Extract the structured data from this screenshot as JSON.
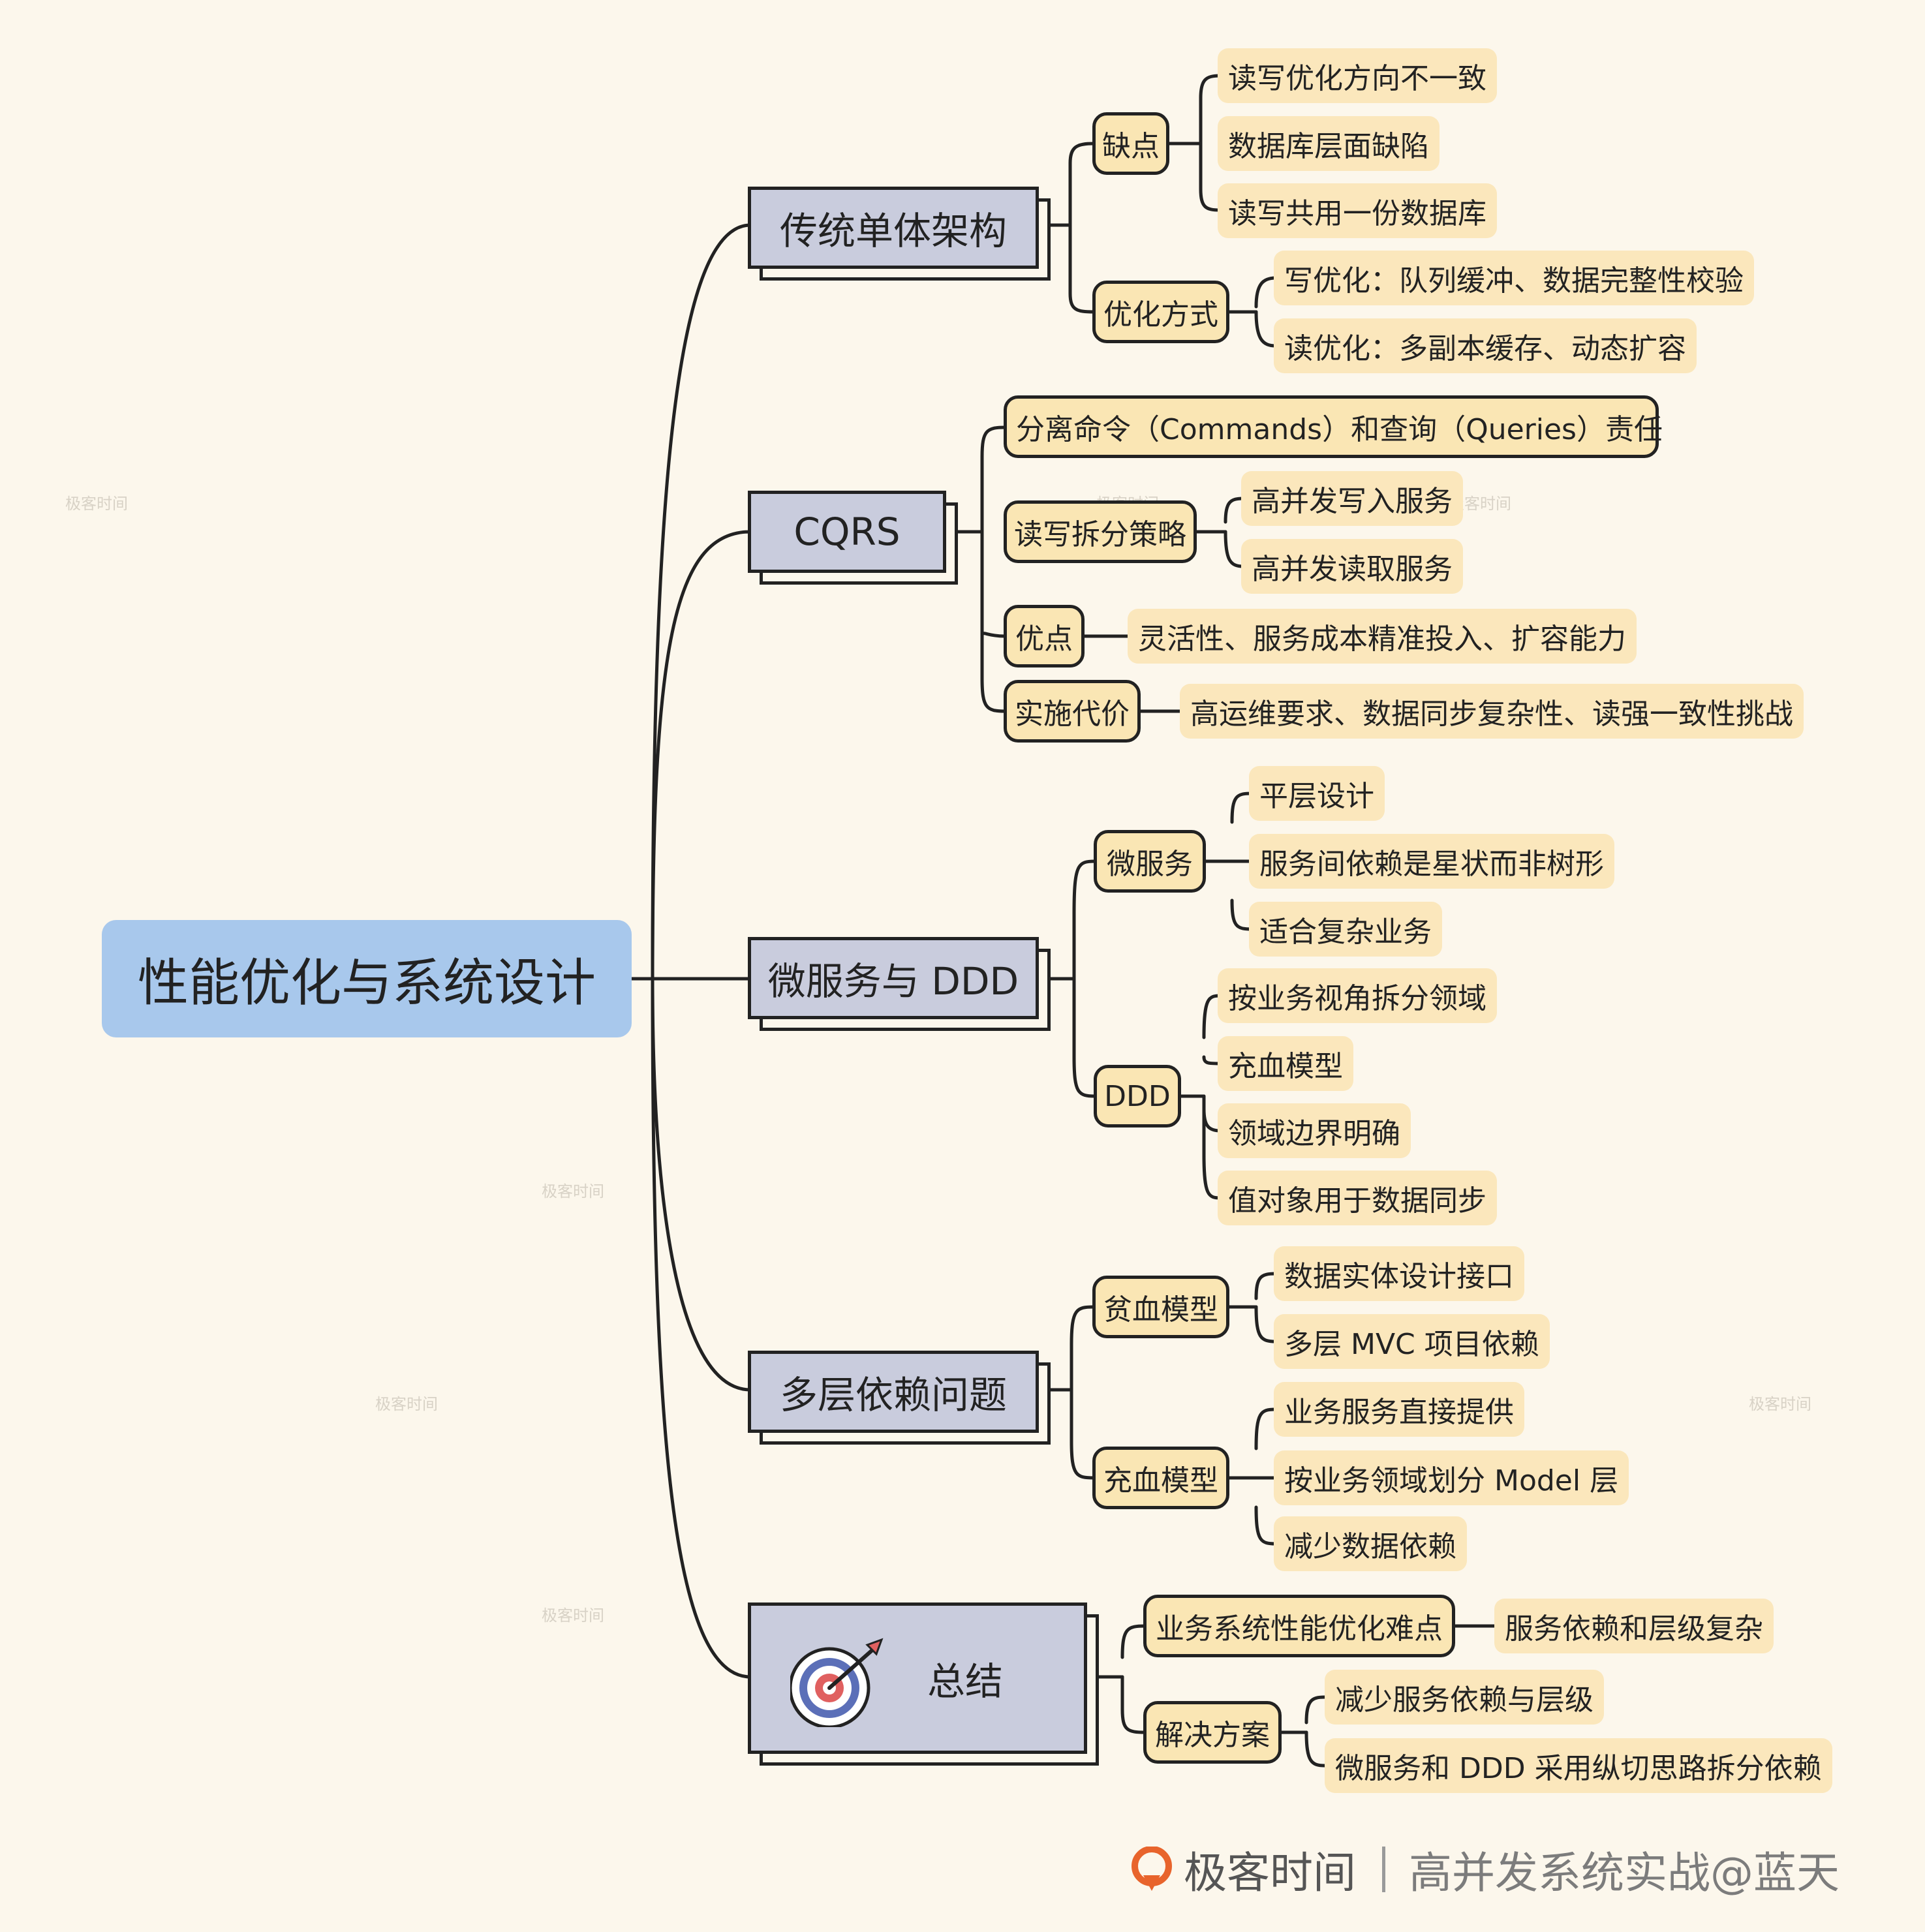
{
  "root": "性能优化与系统设计",
  "branches": {
    "traditional": {
      "label": "传统单体架构",
      "drawbacks": {
        "label": "缺点",
        "items": [
          "读写优化方向不一致",
          "数据库层面缺陷",
          "读写共用一份数据库"
        ]
      },
      "optimization": {
        "label": "优化方式",
        "items": [
          "写优化：队列缓冲、数据完整性校验",
          "读优化：多副本缓存、动态扩容"
        ]
      }
    },
    "cqrs": {
      "label": "CQRS",
      "separation": "分离命令（Commands）和查询（Queries）责任",
      "split": {
        "label": "读写拆分策略",
        "items": [
          "高并发写入服务",
          "高并发读取服务"
        ]
      },
      "advantages": {
        "label": "优点",
        "item": "灵活性、服务成本精准投入、扩容能力"
      },
      "cost": {
        "label": "实施代价",
        "item": "高运维要求、数据同步复杂性、读强一致性挑战"
      }
    },
    "micro": {
      "label": "微服务与 DDD",
      "microservice": {
        "label": "微服务",
        "items": [
          "平层设计",
          "服务间依赖是星状而非树形",
          "适合复杂业务"
        ]
      },
      "ddd": {
        "label": "DDD",
        "items": [
          "按业务视角拆分领域",
          "充血模型",
          "领域边界明确",
          "值对象用于数据同步"
        ]
      }
    },
    "layers": {
      "label": "多层依赖问题",
      "anemic": {
        "label": "贫血模型",
        "items": [
          "数据实体设计接口",
          "多层 MVC 项目依赖"
        ]
      },
      "rich": {
        "label": "充血模型",
        "items": [
          "业务服务直接提供",
          "按业务领域划分 Model 层",
          "减少数据依赖"
        ]
      }
    },
    "summary": {
      "label": "总结",
      "icon": "target-icon",
      "difficulty": {
        "label": "业务系统性能优化难点",
        "item": "服务依赖和层级复杂"
      },
      "solution": {
        "label": "解决方案",
        "items": [
          "减少服务依赖与层级",
          "微服务和 DDD 采用纵切思路拆分依赖"
        ]
      }
    }
  },
  "watermark": "极客时间",
  "footer": {
    "brand": "极客时间",
    "course": "高并发系统实战@蓝天"
  },
  "colors": {
    "root": "#a8c8ec",
    "branch": "#c9ccdd",
    "node": "#fae6b4",
    "background": "#fcf7ec"
  }
}
